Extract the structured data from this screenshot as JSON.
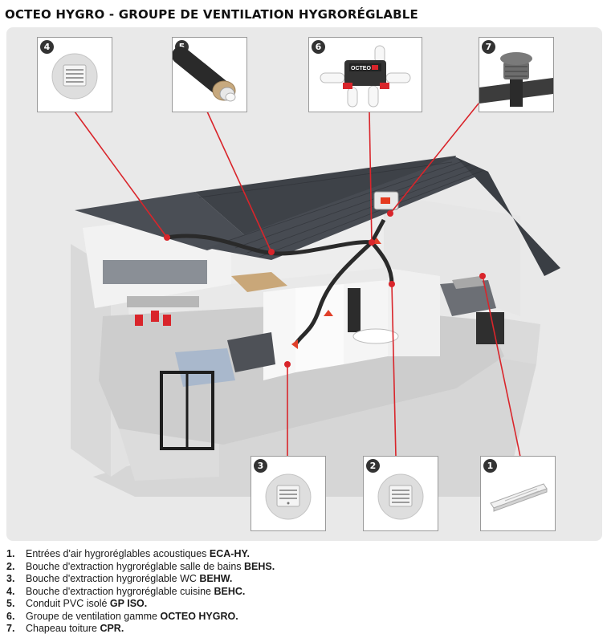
{
  "title": "OCTEO HYGRO - GROUPE DE VENTILATION HYGRORÉGLABLE",
  "callouts": [
    {
      "num": "4",
      "icon": "kitchen-extraction-vent-icon"
    },
    {
      "num": "5",
      "icon": "insulated-duct-icon"
    },
    {
      "num": "6",
      "icon": "ventilation-unit-icon",
      "unit_label": "OCTEO"
    },
    {
      "num": "7",
      "icon": "roof-cap-icon"
    },
    {
      "num": "3",
      "icon": "wc-extraction-vent-icon"
    },
    {
      "num": "2",
      "icon": "bathroom-extraction-vent-icon"
    },
    {
      "num": "1",
      "icon": "air-inlet-icon"
    }
  ],
  "legend": [
    {
      "num": "1.",
      "text": "Entrées d'air hygroréglables acoustiques ",
      "code": "ECA-HY."
    },
    {
      "num": "2.",
      "text": "Bouche d'extraction hygroréglable salle de bains ",
      "code": "BEHS."
    },
    {
      "num": "3.",
      "text": "Bouche d'extraction hygroréglable WC ",
      "code": "BEHW."
    },
    {
      "num": "4.",
      "text": "Bouche d'extraction hygroréglable cuisine ",
      "code": "BEHC."
    },
    {
      "num": "5.",
      "text": "Conduit PVC isolé ",
      "code": "GP ISO."
    },
    {
      "num": "6.",
      "text": "Groupe de ventilation gamme ",
      "code": "OCTEO HYGRO."
    },
    {
      "num": "7.",
      "text": "Chapeau toiture ",
      "code": "CPR."
    }
  ],
  "colors": {
    "pointer": "#d9252b",
    "roof": "#4a4e55",
    "wall": "#f4f4f4",
    "floor": "#cfcfcf",
    "badge": "#333333"
  }
}
